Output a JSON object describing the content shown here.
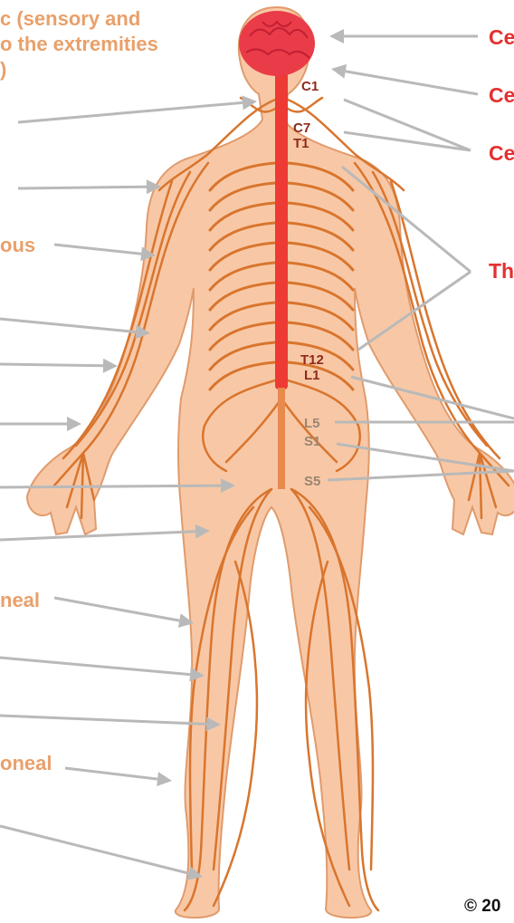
{
  "labels_left": [
    "c (sensory and",
    "o the extremities",
    ")",
    "ous",
    "neal",
    "oneal"
  ],
  "labels_right": [
    "Ce",
    "Ce",
    "Ce",
    "Th"
  ],
  "segments": [
    "C1",
    "C7",
    "T1",
    "T12",
    "L1",
    "L5",
    "S1",
    "S5"
  ],
  "copyright": "© 20",
  "colors": {
    "skin": "#f8c8a6",
    "outline": "#e09b6c",
    "nerve": "#d9752e",
    "spinal_cord": "#ee3a34",
    "brain": "#ea3b48",
    "arrow": "#b9b9b9",
    "label_orange": "#e9a06a",
    "label_red": "#e53030"
  }
}
